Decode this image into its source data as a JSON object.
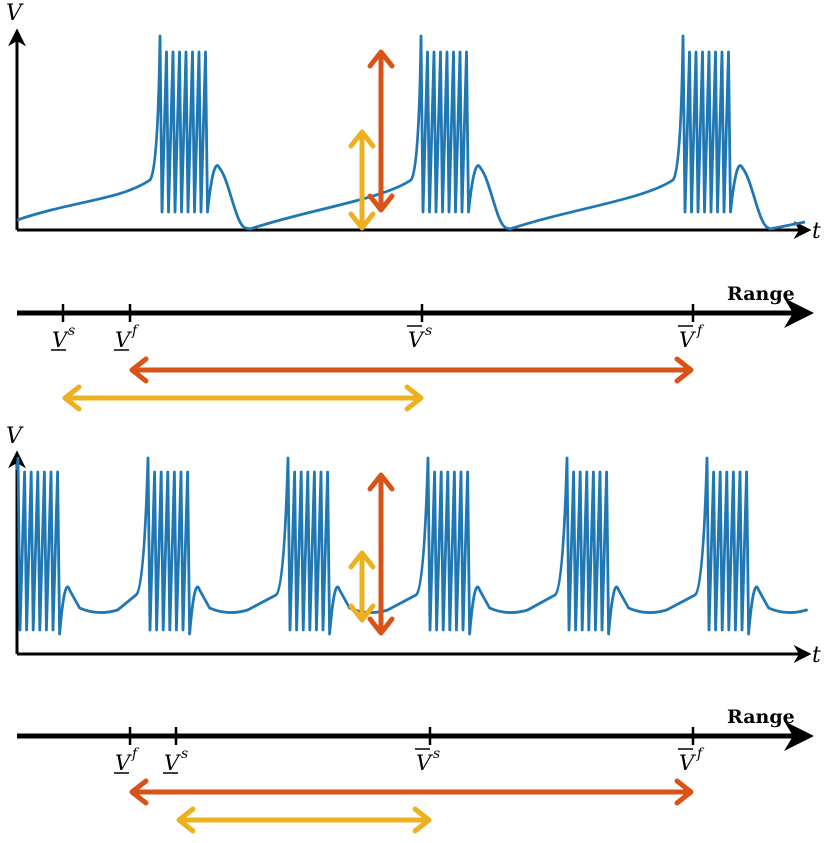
{
  "colors": {
    "trace": "#1f77b4",
    "red_arrow": "#d95319",
    "yellow_arrow": "#edb120",
    "axis": "#000000"
  },
  "panels": [
    {
      "y_label": "V",
      "x_label": "t",
      "range_label": "Range",
      "bounds": [
        {
          "id": "Vs_low",
          "base": "V",
          "bar": "under",
          "sup": "s"
        },
        {
          "id": "Vf_low",
          "base": "V",
          "bar": "under",
          "sup": "f"
        },
        {
          "id": "Vs_high",
          "base": "V",
          "bar": "over",
          "sup": "s"
        },
        {
          "id": "Vf_high",
          "base": "V",
          "bar": "over",
          "sup": "f"
        }
      ]
    },
    {
      "y_label": "V",
      "x_label": "t",
      "range_label": "Range",
      "bounds": [
        {
          "id": "Vf_low",
          "base": "V",
          "bar": "under",
          "sup": "f"
        },
        {
          "id": "Vs_low",
          "base": "V",
          "bar": "under",
          "sup": "s"
        },
        {
          "id": "Vs_high",
          "base": "V",
          "bar": "over",
          "sup": "s"
        },
        {
          "id": "Vf_high",
          "base": "V",
          "bar": "over",
          "sup": "f"
        }
      ]
    }
  ]
}
